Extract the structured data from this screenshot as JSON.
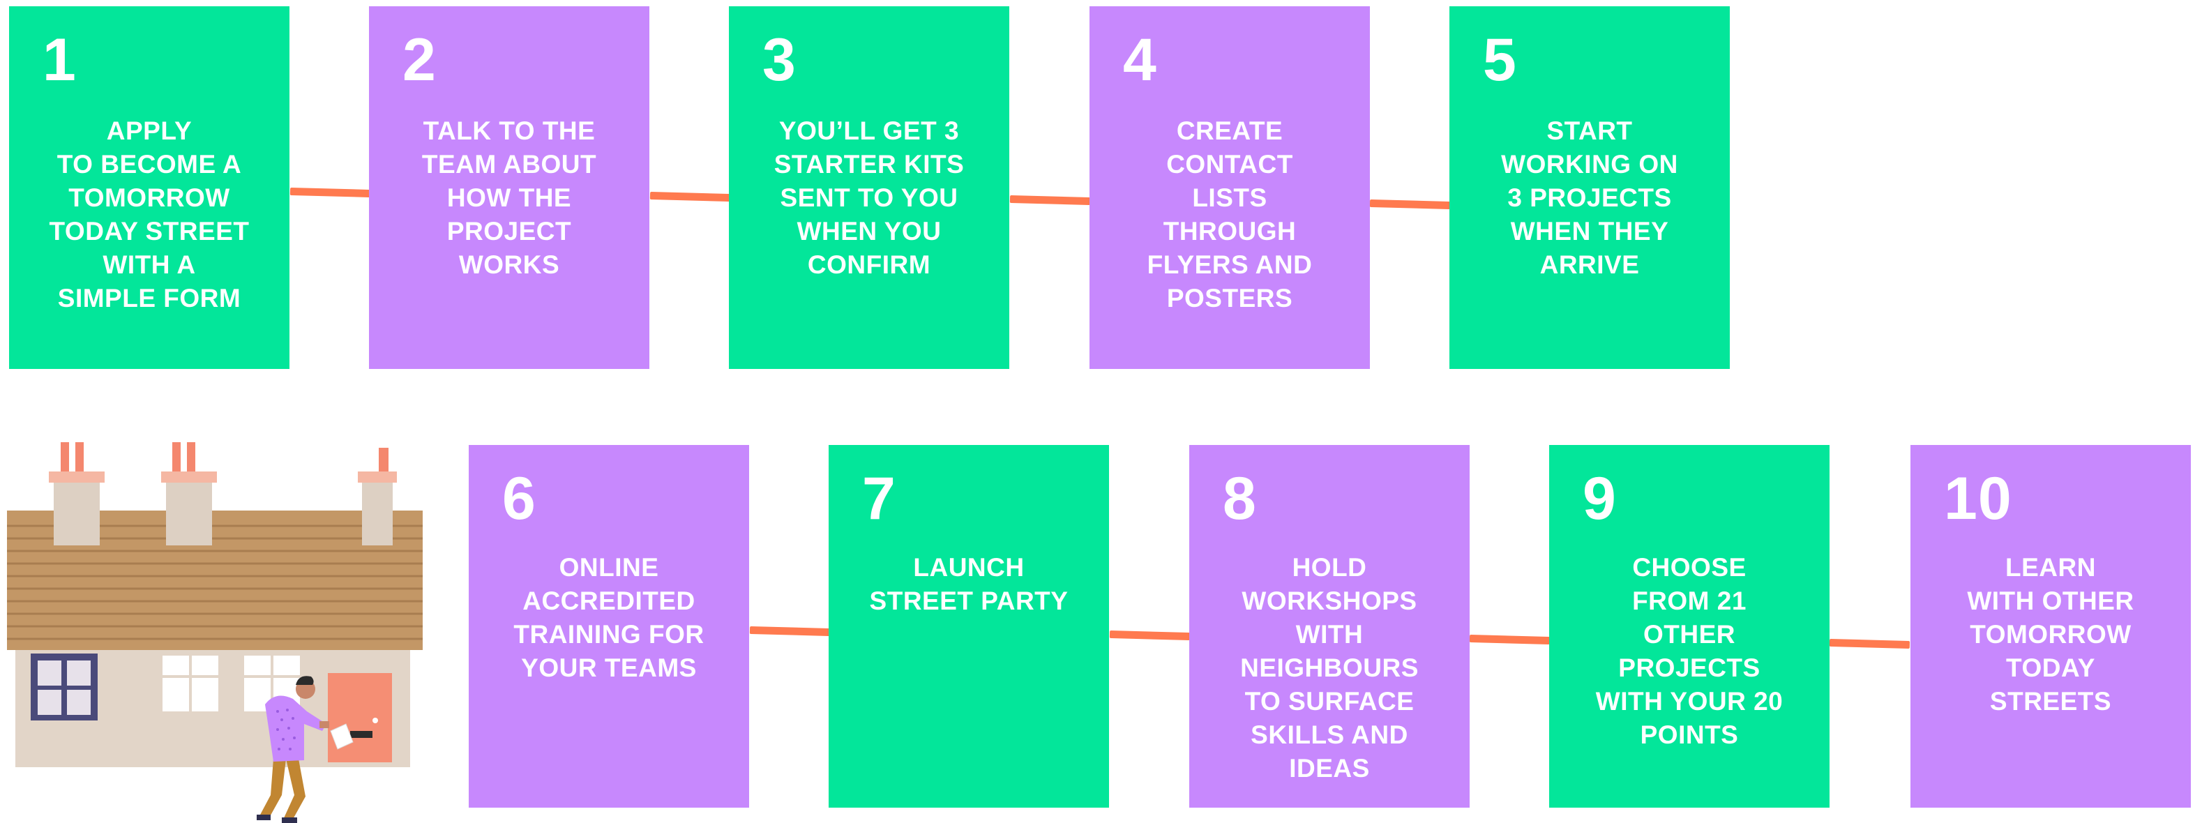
{
  "colors": {
    "green": "#03e69a",
    "purple": "#c788fd",
    "connector": "#ff7a4f",
    "text": "#ffffff"
  },
  "illustration": {
    "icon": "house-with-postman-illustration"
  },
  "steps": [
    {
      "number": "1",
      "text": "APPLY\nTO BECOME A\nTOMORROW\nTODAY STREET\nWITH A\nSIMPLE FORM",
      "color": "green"
    },
    {
      "number": "2",
      "text": "TALK TO THE\nTEAM ABOUT\nHOW THE\nPROJECT\nWORKS",
      "color": "purple"
    },
    {
      "number": "3",
      "text": "YOU’LL GET 3\nSTARTER KITS\nSENT TO YOU\nWHEN YOU\nCONFIRM",
      "color": "green"
    },
    {
      "number": "4",
      "text": "CREATE\nCONTACT\nLISTS\nTHROUGH\nFLYERS AND\nPOSTERS",
      "color": "purple"
    },
    {
      "number": "5",
      "text": "START\nWORKING ON\n3 PROJECTS\nWHEN THEY\nARRIVE",
      "color": "green"
    },
    {
      "number": "6",
      "text": "ONLINE\nACCREDITED\nTRAINING FOR\nYOUR TEAMS",
      "color": "purple"
    },
    {
      "number": "7",
      "text": "LAUNCH\nSTREET PARTY",
      "color": "green"
    },
    {
      "number": "8",
      "text": "HOLD\nWORKSHOPS\nWITH\nNEIGHBOURS\nTO SURFACE\nSKILLS AND\nIDEAS",
      "color": "purple"
    },
    {
      "number": "9",
      "text": "CHOOSE\nFROM 21\nOTHER\nPROJECTS\nWITH YOUR 20\nPOINTS",
      "color": "green"
    },
    {
      "number": "10",
      "text": "LEARN\nWITH OTHER\nTOMORROW\nTODAY\nSTREETS",
      "color": "purple"
    }
  ]
}
